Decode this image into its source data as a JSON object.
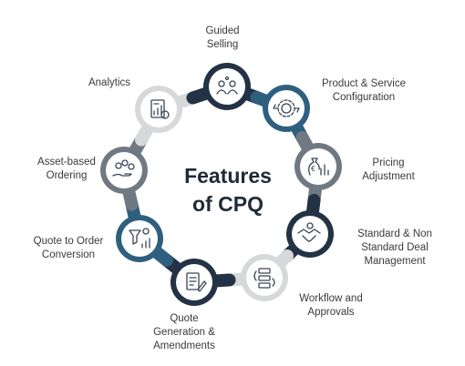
{
  "title_line1": "Features",
  "title_line2": "of CPQ",
  "features": [
    {
      "name": "guided-selling",
      "label": "Guided\nSelling",
      "color": "#233244",
      "icon": "people-network-icon"
    },
    {
      "name": "product-service-configuration",
      "label": "Product & Service\nConfiguration",
      "color": "#2f5f7e",
      "icon": "gear-cycle-icon"
    },
    {
      "name": "pricing-adjustment",
      "label": "Pricing\nAdjustment",
      "color": "#707983",
      "icon": "money-bag-icon"
    },
    {
      "name": "standard-non-standard-deal-management",
      "label": "Standard & Non\nStandard Deal\nManagement",
      "color": "#233244",
      "icon": "handshake-icon"
    },
    {
      "name": "workflow-approvals",
      "label": "Workflow and\nApprovals",
      "color": "#d6d8da",
      "icon": "workflow-icon"
    },
    {
      "name": "quote-generation-amendments",
      "label": "Quote\nGeneration &\nAmendments",
      "color": "#233244",
      "icon": "document-pen-icon"
    },
    {
      "name": "quote-to-order-conversion",
      "label": "Quote to Order\nConversion",
      "color": "#2f5f7e",
      "icon": "funnel-chart-icon"
    },
    {
      "name": "asset-based-ordering",
      "label": "Asset-based\nOrdering",
      "color": "#707983",
      "icon": "hand-assets-icon"
    },
    {
      "name": "analytics",
      "label": "Analytics",
      "color": "#d6d8da",
      "icon": "analytics-report-icon"
    }
  ]
}
